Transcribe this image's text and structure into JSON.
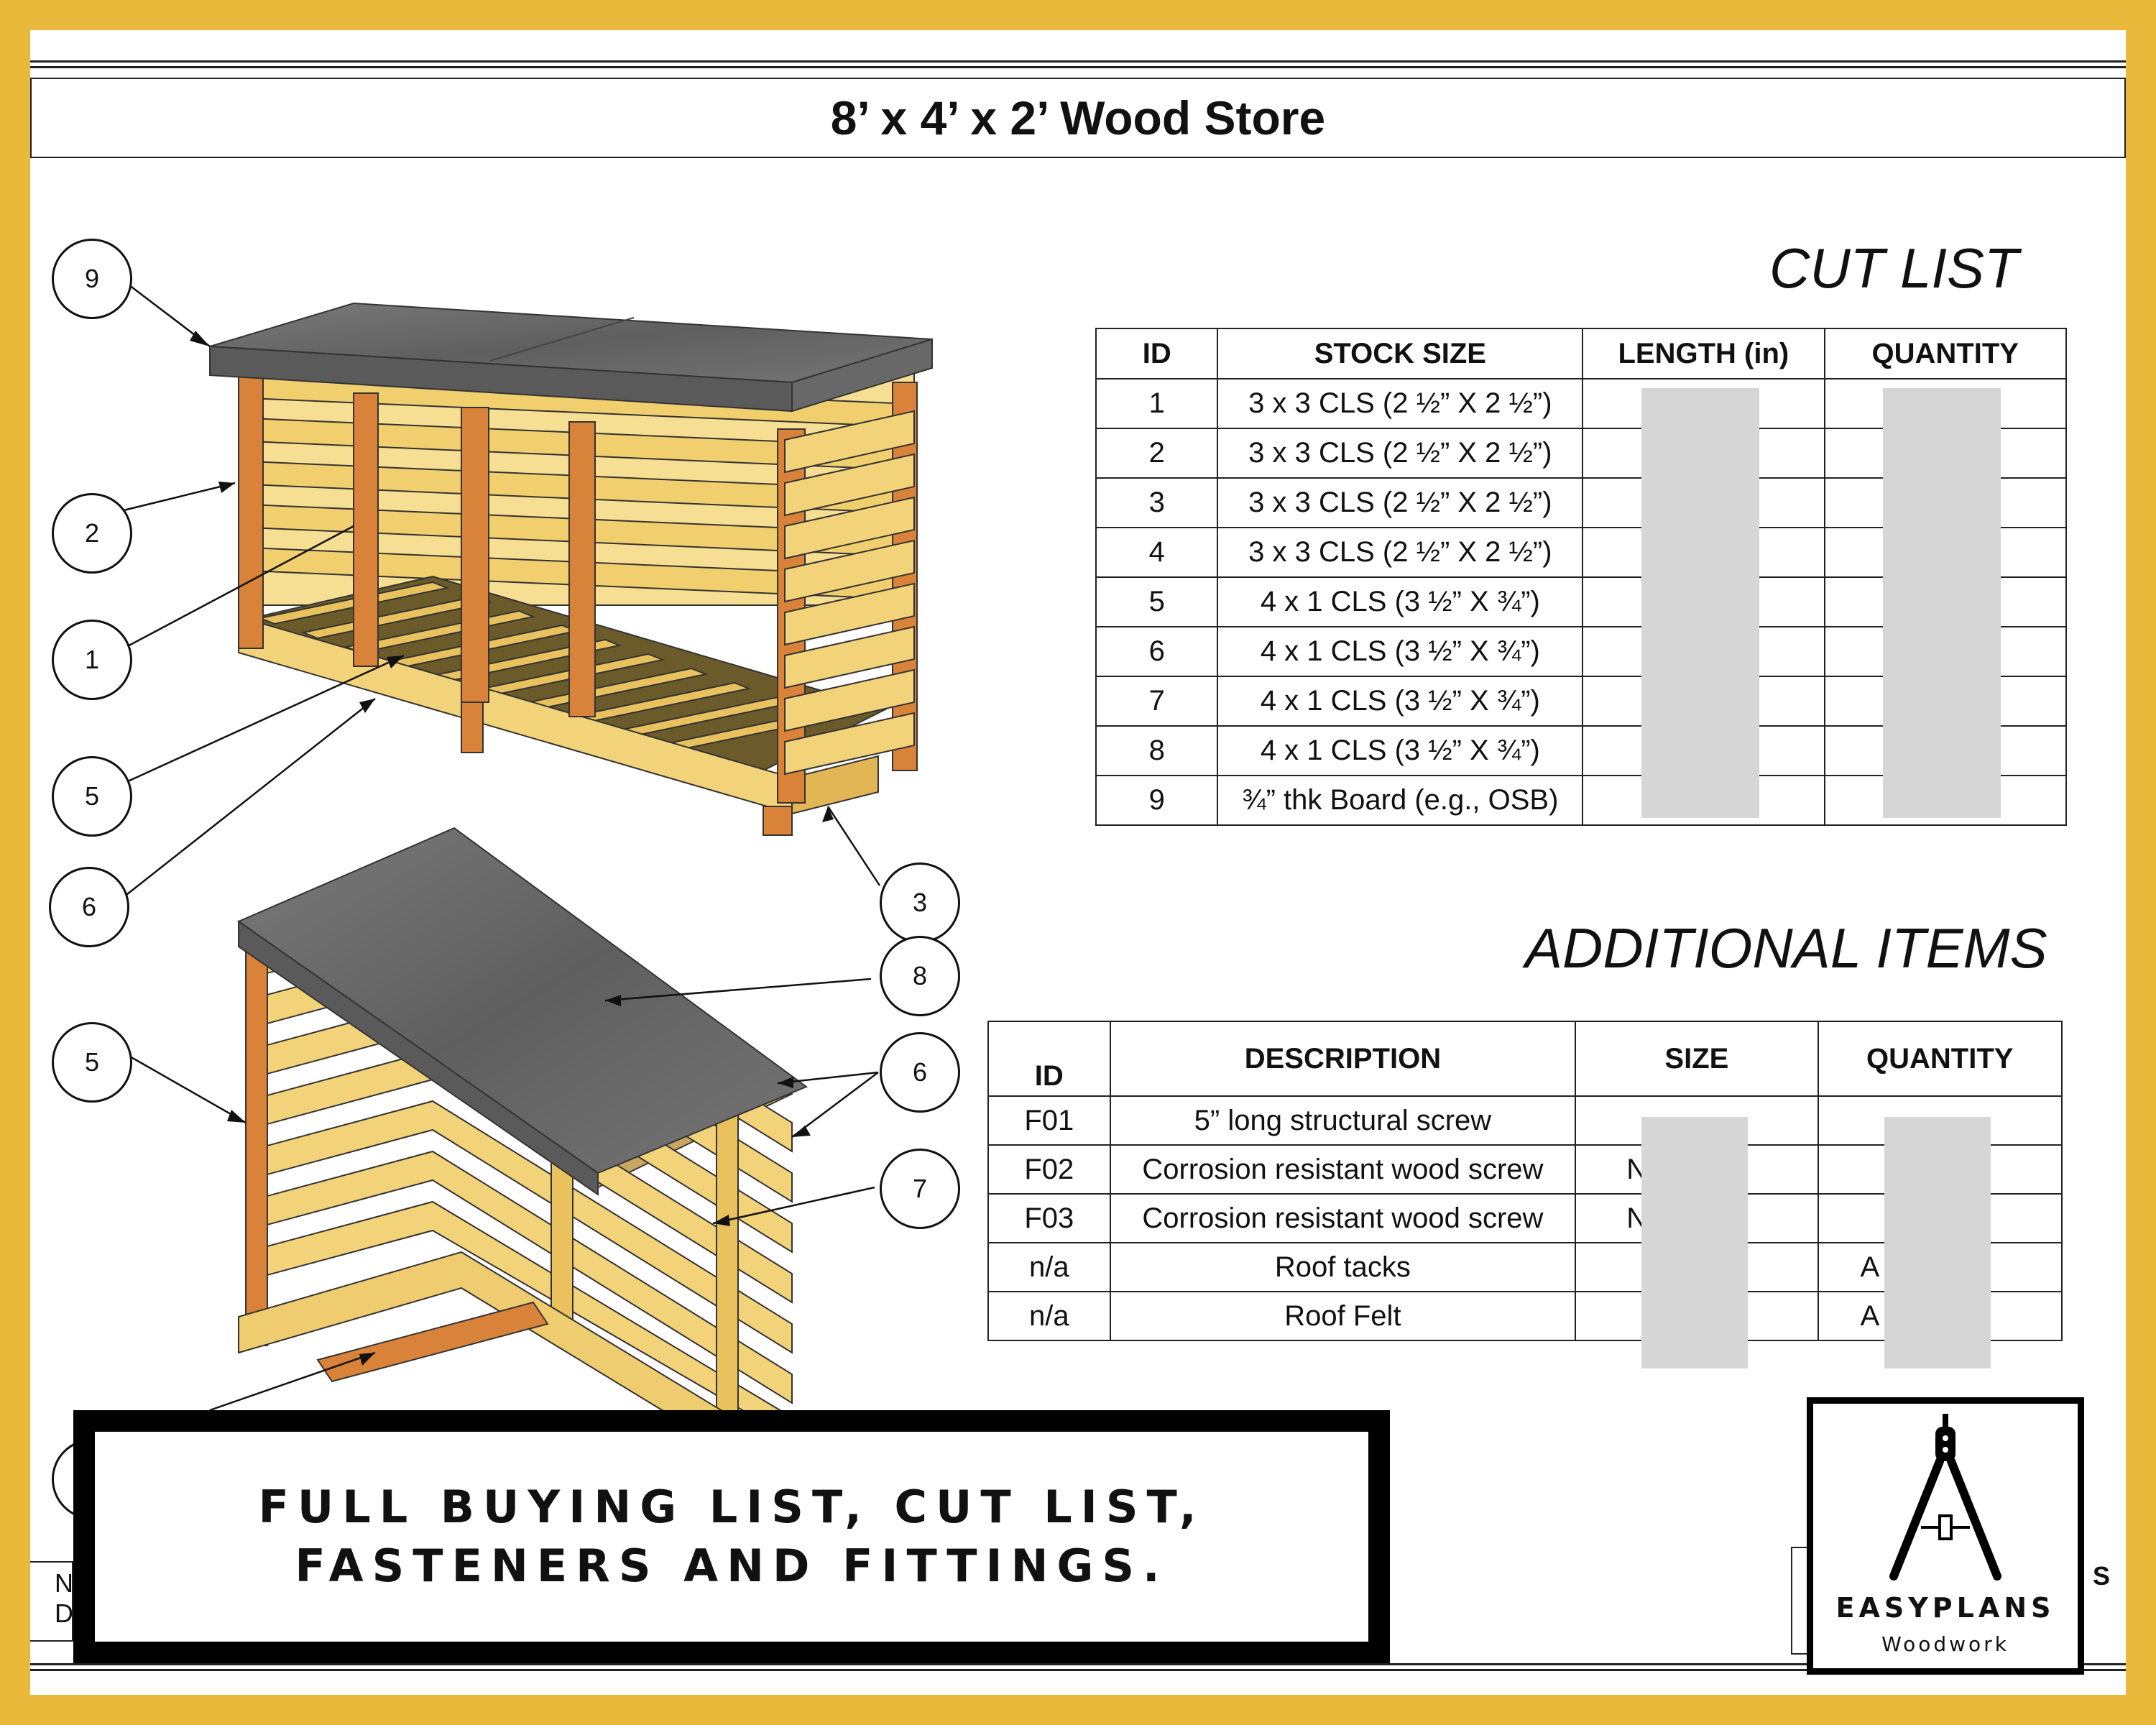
{
  "header": {
    "title": "8’ x 4’ x 2’ Wood Store"
  },
  "cut_list": {
    "title": "CUT LIST",
    "columns": [
      "ID",
      "STOCK SIZE",
      "LENGTH (in)",
      "QUANTITY"
    ],
    "rows": [
      {
        "id": "1",
        "stock": "3 x 3 CLS (2 ½” X 2 ½”)"
      },
      {
        "id": "2",
        "stock": "3 x 3 CLS (2 ½” X 2 ½”)"
      },
      {
        "id": "3",
        "stock": "3 x 3 CLS (2 ½” X 2 ½”)"
      },
      {
        "id": "4",
        "stock": "3 x 3 CLS (2 ½” X 2 ½”)"
      },
      {
        "id": "5",
        "stock": "4 x 1 CLS (3 ½” X ¾”)"
      },
      {
        "id": "6",
        "stock": "4 x 1 CLS (3 ½” X ¾”)"
      },
      {
        "id": "7",
        "stock": "4 x 1 CLS (3 ½” X ¾”)"
      },
      {
        "id": "8",
        "stock": "4 x 1 CLS (3 ½” X ¾”)"
      },
      {
        "id": "9",
        "stock": "¾” thk Board (e.g., OSB)"
      }
    ]
  },
  "additional_items": {
    "title": "ADDITIONAL ITEMS",
    "columns": [
      "ID",
      "DESCRIPTION",
      "SIZE",
      "QUANTITY"
    ],
    "rows": [
      {
        "id": "F01",
        "desc": "5” long structural screw",
        "size": "",
        "qty": ""
      },
      {
        "id": "F02",
        "desc": "Corrosion resistant wood screw",
        "size": "N ½”",
        "qty": ""
      },
      {
        "id": "F03",
        "desc": "Corrosion resistant wood screw",
        "size": "N ½”",
        "qty": ""
      },
      {
        "id": "n/a",
        "desc": "Roof tacks",
        "size": "",
        "qty": "A ed"
      },
      {
        "id": "n/a",
        "desc": "Roof Felt",
        "size": "",
        "qty": "A ed"
      }
    ]
  },
  "callouts_top": [
    "9",
    "2",
    "1",
    "5",
    "6",
    "3"
  ],
  "callouts_bottom": [
    "5",
    "8",
    "6",
    "7"
  ],
  "banner": {
    "line1": "FULL BUYING LIST, CUT LIST,",
    "line2": "FASTENERS AND FITTINGS."
  },
  "logo": {
    "name": "EASYPLANS",
    "subtitle": "Woodwork"
  },
  "partial_text": {
    "left_1": "N",
    "left_2": "D",
    "right": "S"
  },
  "colors": {
    "border": "#E8B93A",
    "wood_light": "#F3D37A",
    "wood_post": "#D9823A",
    "roof": "#6E6E6E",
    "redaction": "#D6D6D6"
  }
}
